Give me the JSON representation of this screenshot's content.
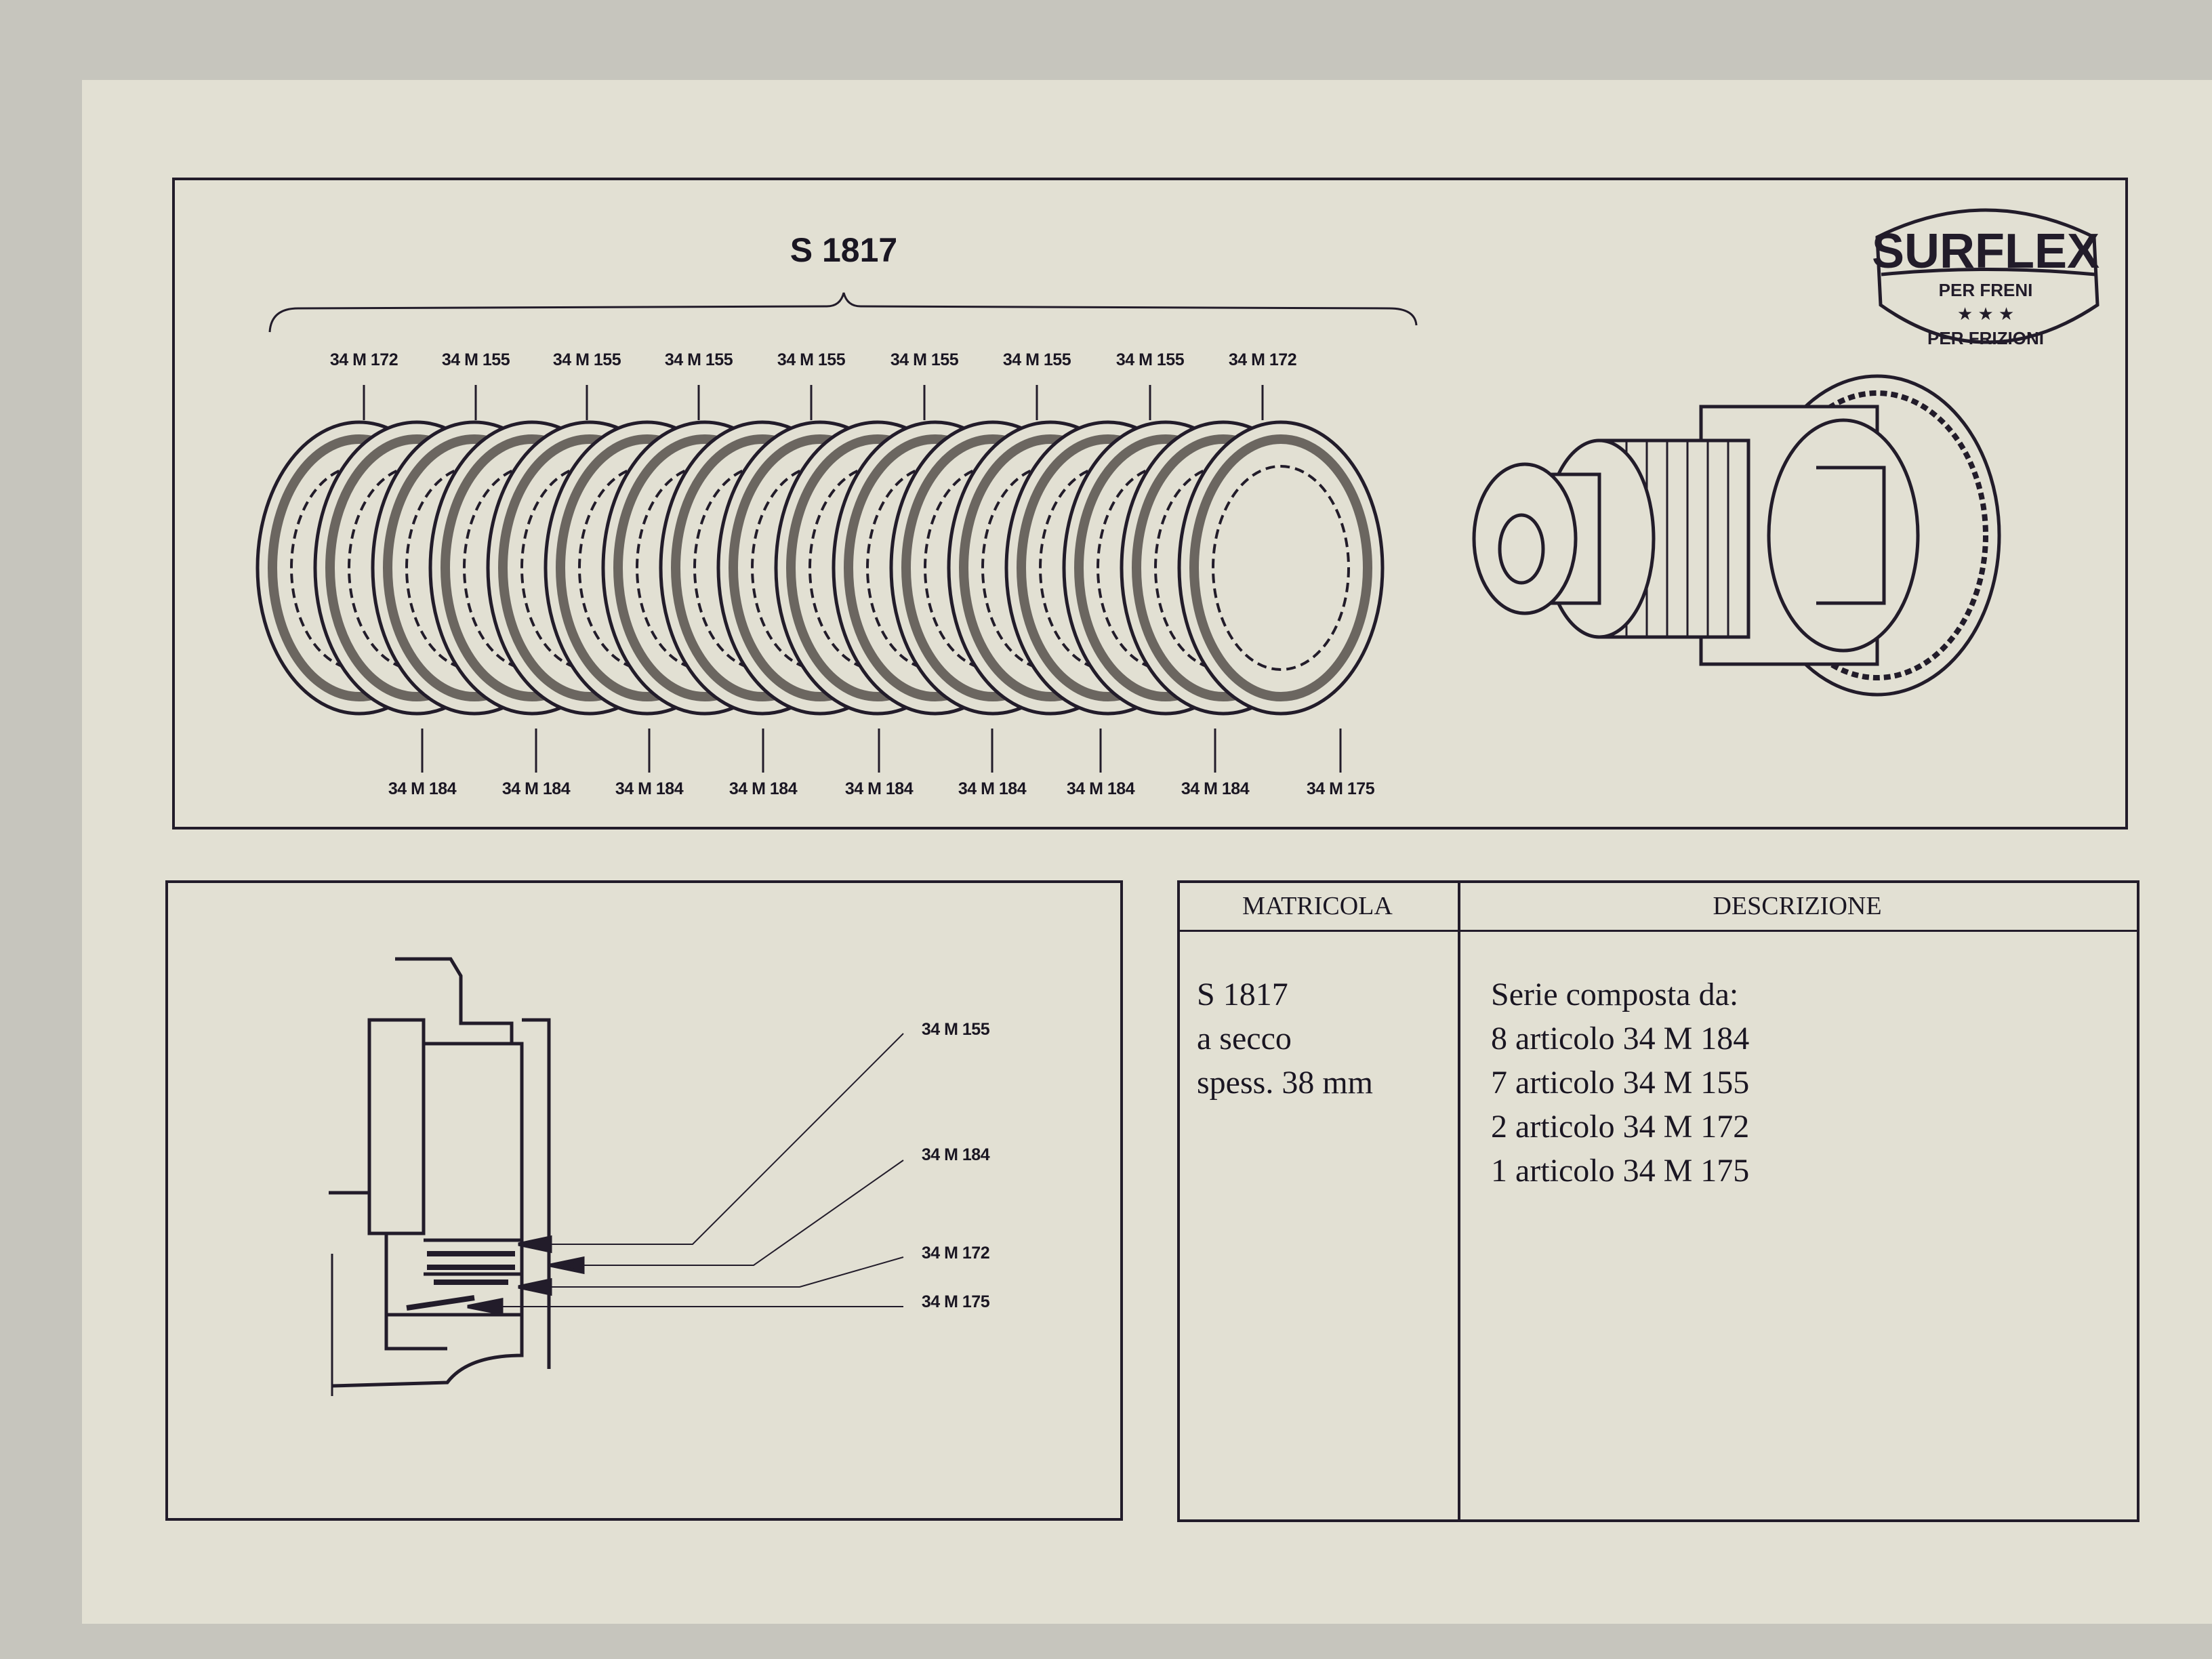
{
  "diagram": {
    "title": "S 1817",
    "top_labels": [
      "34 M 172",
      "34 M 155",
      "34 M 155",
      "34 M 155",
      "34 M 155",
      "34 M 155",
      "34 M 155",
      "34 M 155",
      "34 M 172"
    ],
    "bottom_labels": [
      "34 M 184",
      "34 M 184",
      "34 M 184",
      "34 M 184",
      "34 M 184",
      "34 M 184",
      "34 M 184",
      "34 M 184",
      "34 M 175"
    ],
    "logo": {
      "brand": "SURFLEX",
      "line1": "PER FRENI",
      "line2": "PER FRIZIONI"
    }
  },
  "section_diagram": {
    "labels": [
      "34 M 155",
      "34 M 184",
      "34 M 172",
      "34 M 175"
    ]
  },
  "table": {
    "headers": [
      "MATRICOLA",
      "DESCRIZIONE"
    ],
    "matricola": [
      "S 1817",
      "a secco",
      "spess. 38 mm"
    ],
    "descrizione": [
      "Serie composta da:",
      "8 articolo 34 M 184",
      "7 articolo 34 M 155",
      "2 articolo 34 M 172",
      "1 articolo 34 M 175"
    ]
  }
}
